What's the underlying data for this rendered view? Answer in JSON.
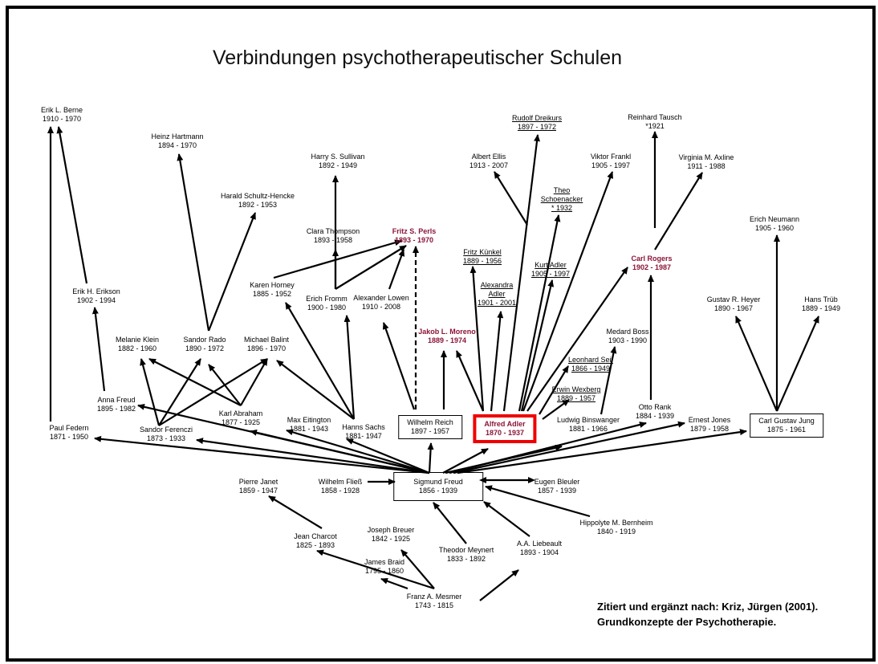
{
  "title": "Verbindungen psychotherapeutischer Schulen",
  "citation": {
    "line1": "Zitiert und ergänzt nach: Kriz, Jürgen (2001).",
    "line2": "Grundkonzepte der Psychotherapie."
  },
  "colors": {
    "red_text": "#8b1538",
    "highlight_border": "#e00000"
  },
  "nodes": {
    "berne": {
      "name": "Erik L. Berne",
      "dates": "1910 - 1970"
    },
    "hartmann": {
      "name": "Heinz Hartmann",
      "dates": "1894 - 1970"
    },
    "sullivan": {
      "name": "Harry S. Sullivan",
      "dates": "1892 - 1949"
    },
    "schultz": {
      "name": "Harald Schultz-Hencke",
      "dates": "1892 - 1953"
    },
    "thompson": {
      "name": "Clara Thompson",
      "dates": "1893 - 1958"
    },
    "perls": {
      "name": "Fritz S. Perls",
      "dates": "1893 - 1970"
    },
    "horney": {
      "name": "Karen Horney",
      "dates": "1885 - 1952"
    },
    "fromm": {
      "name": "Erich Fromm",
      "dates": "1900 - 1980"
    },
    "lowen": {
      "name": "Alexander Lowen",
      "dates": "1910 - 2008"
    },
    "erikson": {
      "name": "Erik H. Erikson",
      "dates": "1902 - 1994"
    },
    "klein": {
      "name": "Melanie Klein",
      "dates": "1882 - 1960"
    },
    "rado": {
      "name": "Sandor Rado",
      "dates": "1890 - 1972"
    },
    "balint": {
      "name": "Michael Balint",
      "dates": "1896 - 1970"
    },
    "annafreud": {
      "name": "Anna Freud",
      "dates": "1895 - 1982"
    },
    "abraham": {
      "name": "Karl Abraham",
      "dates": "1877 - 1925"
    },
    "ferenczi": {
      "name": "Sandor Ferenczi",
      "dates": "1873 - 1933"
    },
    "federn": {
      "name": "Paul Federn",
      "dates": "1871 - 1950"
    },
    "eitingon": {
      "name": "Max Eitington",
      "dates": "1881 - 1943"
    },
    "sachs": {
      "name": "Hanns Sachs",
      "dates": "1881- 1947"
    },
    "reich": {
      "name": "Wilhelm Reich",
      "dates": "1897 - 1957"
    },
    "moreno": {
      "name": "Jakob L. Moreno",
      "dates": "1889 - 1974"
    },
    "adler": {
      "name": "Alfred Adler",
      "dates": "1870 - 1937"
    },
    "ellis": {
      "name": "Albert Ellis",
      "dates": "1913 - 2007"
    },
    "dreikurs": {
      "name": "Rudolf Dreikurs",
      "dates": "1897 - 1972"
    },
    "schoenacker": {
      "name": "Theo Schoenacker",
      "dates": "* 1932"
    },
    "kuenkel": {
      "name": "Fritz Künkel",
      "dates": "1889 - 1956"
    },
    "alexadler": {
      "name": "Alexandra Adler",
      "dates": "1901 - 2001"
    },
    "kurtadler": {
      "name": "Kurt Adler",
      "dates": "1905 - 1997"
    },
    "frankl": {
      "name": "Viktor Frankl",
      "dates": "1905 - 1997"
    },
    "tausch": {
      "name": "Reinhard Tausch",
      "dates": "*1921"
    },
    "axline": {
      "name": "Virginia M. Axline",
      "dates": "1911 - 1988"
    },
    "rogers": {
      "name": "Carl Rogers",
      "dates": "1902 - 1987"
    },
    "boss": {
      "name": "Medard Boss",
      "dates": "1903 - 1990"
    },
    "seif": {
      "name": "Leonhard Seif",
      "dates": "1866 - 1949"
    },
    "wexberg": {
      "name": "Erwin Wexberg",
      "dates": "1889 - 1957"
    },
    "binswanger": {
      "name": "Ludwig Binswanger",
      "dates": "1881 - 1966"
    },
    "rank": {
      "name": "Otto Rank",
      "dates": "1884 - 1939"
    },
    "jones": {
      "name": "Ernest Jones",
      "dates": "1879 - 1958"
    },
    "jung": {
      "name": "Carl Gustav Jung",
      "dates": "1875 - 1961"
    },
    "neumann": {
      "name": "Erich Neumann",
      "dates": "1905 - 1960"
    },
    "heyer": {
      "name": "Gustav R. Heyer",
      "dates": "1890 - 1967"
    },
    "trueb": {
      "name": "Hans Trüb",
      "dates": "1889 - 1949"
    },
    "freud": {
      "name": "Sigmund Freud",
      "dates": "1856 - 1939"
    },
    "fliess": {
      "name": "Wilhelm Fließ",
      "dates": "1858 - 1928"
    },
    "janet": {
      "name": "Pierre Janet",
      "dates": "1859 - 1947"
    },
    "bleuler": {
      "name": "Eugen Bleuler",
      "dates": "1857 - 1939"
    },
    "bernheim": {
      "name": "Hippolyte M. Bernheim",
      "dates": "1840 - 1919"
    },
    "charcot": {
      "name": "Jean Charcot",
      "dates": "1825 - 1893"
    },
    "breuer": {
      "name": "Joseph Breuer",
      "dates": "1842 - 1925"
    },
    "meynert": {
      "name": "Theodor Meynert",
      "dates": "1833 - 1892"
    },
    "liebeault": {
      "name": "A.A. Liebeault",
      "dates": "1893 - 1904"
    },
    "braid": {
      "name": "James Braid",
      "dates": "1795 - 1860"
    },
    "mesmer": {
      "name": "Franz A. Mesmer",
      "dates": "1743 - 1815"
    }
  }
}
